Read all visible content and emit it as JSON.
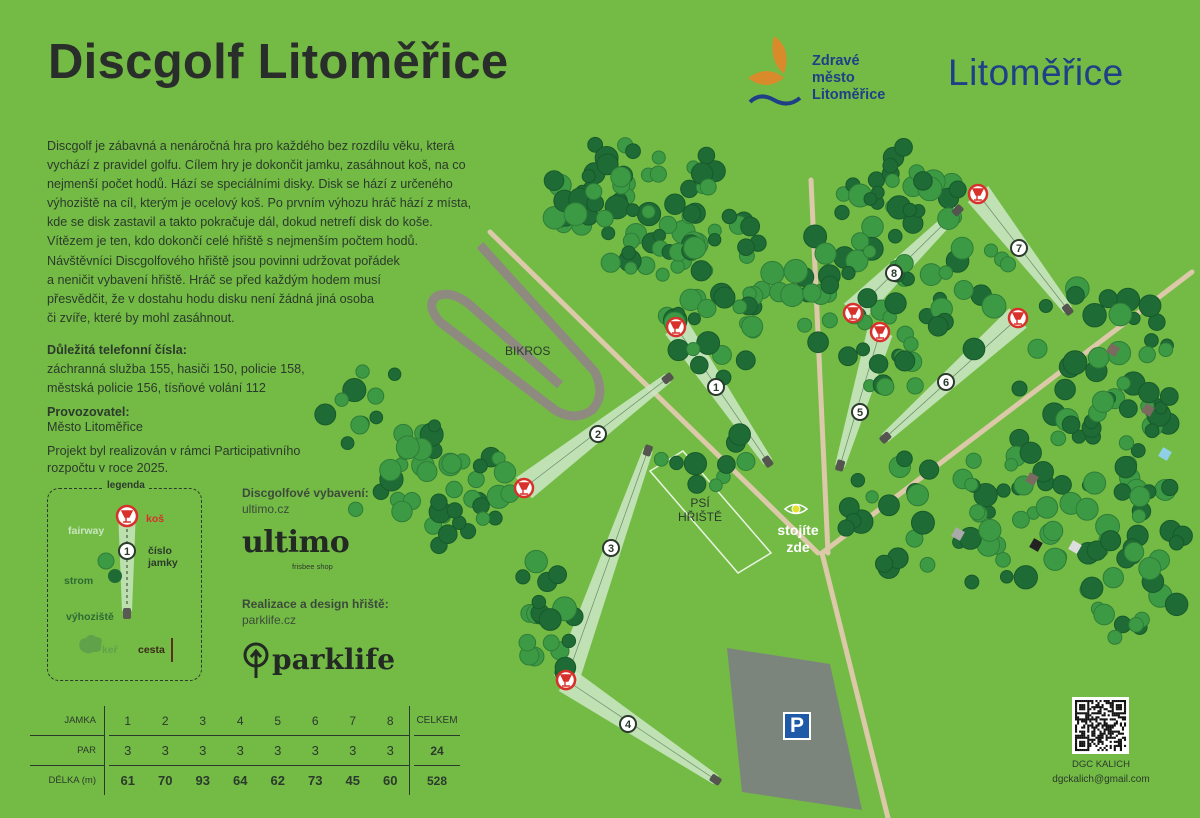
{
  "title": "Discgolf Litoměřice",
  "intro": [
    "Discgolf je zábavná a nenáročná hra pro každého bez rozdílu věku, která",
    "vychází z pravidel golfu. Cílem hry je dokončit jamku, zasáhnout koš, na co",
    "nejmenší počet hodů. Hází se speciálními disky. Disk se hází z určeného",
    "výhoziště na cíl, kterým je ocelový koš. Po prvním výhozu hráč hází z místa,",
    "kde se disk zastavil a takto pokračuje dál, dokud netrefí disk do koše.",
    "Vítězem je ten, kdo dokončí celé hřiště s nejmenším počtem hodů."
  ],
  "rules": [
    "Návštěvníci Discgolfového hřiště jsou povinni udržovat pořádek",
    "a neničit vybavení hřiště. Hráč se před každým hodem musí",
    "přesvědčit, že v dostahu hodu disku není žádná jiná osoba",
    "či zvíře, které by mohl zasáhnout."
  ],
  "phones": {
    "heading": "Důležitá telefonní čísla:",
    "lines": [
      "záchranná služba 155, hasiči 150, policie 158,",
      "městská policie 156, tísňové volání 112"
    ]
  },
  "operator": {
    "heading": "Provozovatel:",
    "name": "Město Litoměřice"
  },
  "project": [
    "Projekt byl realizován v rámci Participativního",
    "rozpočtu v roce 2025."
  ],
  "legend": {
    "title": "legenda",
    "basket": "koš",
    "fairway": "fairway",
    "hole_number": "1",
    "hole_number_label_1": "číslo",
    "hole_number_label_2": "jamky",
    "tree": "strom",
    "tee": "výhoziště",
    "bush": "keř",
    "path": "cesta"
  },
  "sponsors": {
    "equipment_heading": "Discgolfové vybavení:",
    "equipment_link": "ultimo.cz",
    "equipment_logo": "ultimo",
    "equipment_logo_sub": "frisbee shop",
    "design_heading": "Realizace a design hřiště:",
    "design_link": "parklife.cz",
    "design_logo": "parklife"
  },
  "scorecard": {
    "row_labels": [
      "JAMKA",
      "PAR",
      "DÉLKA (m)"
    ],
    "holes": [
      "1",
      "2",
      "3",
      "4",
      "5",
      "6",
      "7",
      "8"
    ],
    "par": [
      "3",
      "3",
      "3",
      "3",
      "3",
      "3",
      "3",
      "3"
    ],
    "length": [
      "61",
      "70",
      "93",
      "64",
      "62",
      "73",
      "45",
      "60"
    ],
    "total_label": "CELKEM",
    "total_par": "24",
    "total_length": "528"
  },
  "logos": {
    "healthy_city": [
      "Zdravé",
      "město",
      "Litoměřice"
    ],
    "city": "Litoměřice"
  },
  "contact": {
    "club": "DGC KALICH",
    "email": "dgckalich@gmail.com"
  },
  "map": {
    "bikros": "BIKROS",
    "dog_park": [
      "PSÍ",
      "HŘIŠTĚ"
    ],
    "you_are_here": [
      "stojíte",
      "zde"
    ],
    "parking": "P",
    "holes": [
      "1",
      "2",
      "3",
      "4",
      "5",
      "6",
      "7",
      "8"
    ]
  },
  "colors": {
    "background": "#74bb45",
    "basket": "#d8302a",
    "fairway": "#c9e6c0",
    "path": "#dcc9aa",
    "bikros": "#8f8a80",
    "parking": "#7b857c",
    "tree_dark": "#1f6b35",
    "tree_light": "#3d9a44",
    "brand_blue": "#1f3f86",
    "brand_orange": "#d98a2b"
  }
}
